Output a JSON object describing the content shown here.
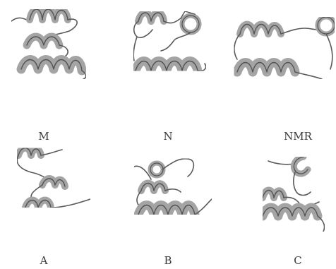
{
  "panels": [
    {
      "id": "M",
      "label": "M"
    },
    {
      "id": "N",
      "label": "N"
    },
    {
      "id": "NMR",
      "label": "NMR"
    },
    {
      "id": "A",
      "label": "A"
    },
    {
      "id": "B",
      "label": "B"
    },
    {
      "id": "C",
      "label": "C"
    }
  ],
  "colors": {
    "helix_fill": "#a9a9a9",
    "helix_edge": "#555555",
    "loop": "#5c5c5c",
    "label": "#3a3a3a"
  }
}
